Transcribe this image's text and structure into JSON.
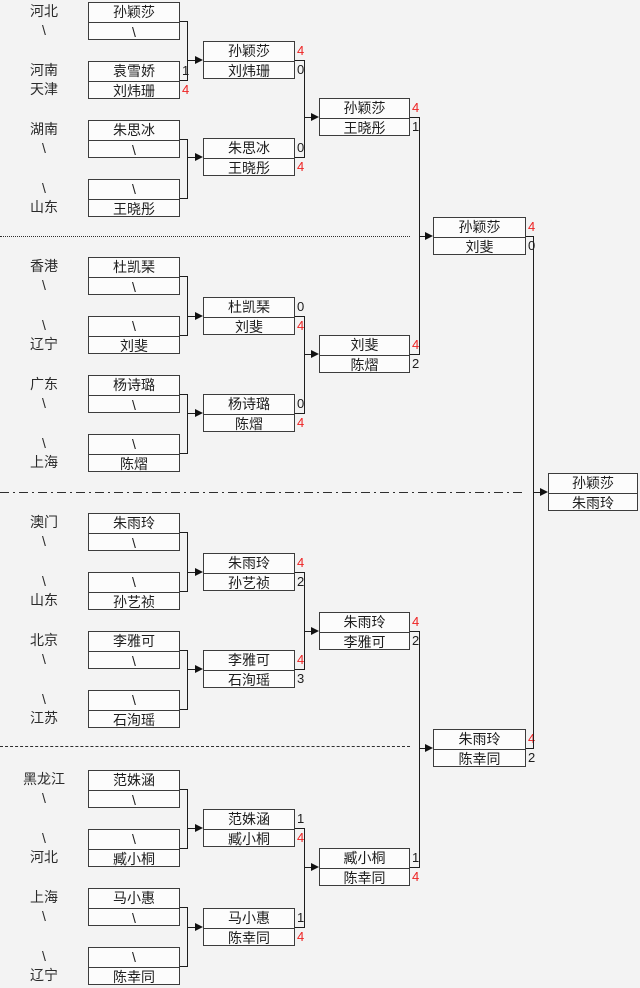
{
  "bracket_title": "table-tennis-singles-knockout-bracket",
  "colors": {
    "background": "#f3f3f3",
    "box_fill": "#fcfcfc",
    "box_border": "#3c3c3c",
    "text": "#1d1d1d",
    "score_winner": "#ee2222",
    "score_normal": "#1d1d1d",
    "connector": "#1e1e1e"
  },
  "region_labels": [
    "河北",
    "\\",
    "河南",
    "天津",
    "湖南",
    "\\",
    "\\",
    "山东",
    "香港",
    "\\",
    "\\",
    "辽宁",
    "广东",
    "\\",
    "\\",
    "上海",
    "澳门",
    "\\",
    "\\",
    "山东",
    "北京",
    "\\",
    "\\",
    "江苏",
    "黑龙江",
    "\\",
    "\\",
    "河北",
    "上海",
    "\\",
    "\\",
    "辽宁"
  ],
  "rounds": {
    "round1": [
      {
        "p1": "孙颖莎",
        "p2": "\\",
        "s1": "",
        "s2": "",
        "w": ""
      },
      {
        "p1": "袁雪娇",
        "p2": "刘炜珊",
        "s1": "1",
        "s2": "4",
        "w": "b"
      },
      {
        "p1": "朱思冰",
        "p2": "\\",
        "s1": "",
        "s2": "",
        "w": ""
      },
      {
        "p1": "\\",
        "p2": "王晓彤",
        "s1": "",
        "s2": "",
        "w": ""
      },
      {
        "p1": "杜凯琹",
        "p2": "\\",
        "s1": "",
        "s2": "",
        "w": ""
      },
      {
        "p1": "\\",
        "p2": "刘斐",
        "s1": "",
        "s2": "",
        "w": ""
      },
      {
        "p1": "杨诗璐",
        "p2": "\\",
        "s1": "",
        "s2": "",
        "w": ""
      },
      {
        "p1": "\\",
        "p2": "陈熠",
        "s1": "",
        "s2": "",
        "w": ""
      },
      {
        "p1": "朱雨玲",
        "p2": "\\",
        "s1": "",
        "s2": "",
        "w": ""
      },
      {
        "p1": "\\",
        "p2": "孙艺祯",
        "s1": "",
        "s2": "",
        "w": ""
      },
      {
        "p1": "李雅可",
        "p2": "\\",
        "s1": "",
        "s2": "",
        "w": ""
      },
      {
        "p1": "\\",
        "p2": "石洵瑶",
        "s1": "",
        "s2": "",
        "w": ""
      },
      {
        "p1": "范姝涵",
        "p2": "\\",
        "s1": "",
        "s2": "",
        "w": ""
      },
      {
        "p1": "\\",
        "p2": "臧小桐",
        "s1": "",
        "s2": "",
        "w": ""
      },
      {
        "p1": "马小惠",
        "p2": "\\",
        "s1": "",
        "s2": "",
        "w": ""
      },
      {
        "p1": "\\",
        "p2": "陈幸同",
        "s1": "",
        "s2": "",
        "w": ""
      }
    ],
    "round2": [
      {
        "p1": "孙颖莎",
        "p2": "刘炜珊",
        "s1": "4",
        "s2": "0",
        "w": "t"
      },
      {
        "p1": "朱思冰",
        "p2": "王晓彤",
        "s1": "0",
        "s2": "4",
        "w": "b"
      },
      {
        "p1": "杜凯琹",
        "p2": "刘斐",
        "s1": "0",
        "s2": "4",
        "w": "b"
      },
      {
        "p1": "杨诗璐",
        "p2": "陈熠",
        "s1": "0",
        "s2": "4",
        "w": "b"
      },
      {
        "p1": "朱雨玲",
        "p2": "孙艺祯",
        "s1": "4",
        "s2": "2",
        "w": "t"
      },
      {
        "p1": "李雅可",
        "p2": "石洵瑶",
        "s1": "4",
        "s2": "3",
        "w": "t"
      },
      {
        "p1": "范姝涵",
        "p2": "臧小桐",
        "s1": "1",
        "s2": "4",
        "w": "b"
      },
      {
        "p1": "马小惠",
        "p2": "陈幸同",
        "s1": "1",
        "s2": "4",
        "w": "b"
      }
    ],
    "round3": [
      {
        "p1": "孙颖莎",
        "p2": "王晓彤",
        "s1": "4",
        "s2": "1",
        "w": "t"
      },
      {
        "p1": "刘斐",
        "p2": "陈熠",
        "s1": "4",
        "s2": "2",
        "w": "t"
      },
      {
        "p1": "朱雨玲",
        "p2": "李雅可",
        "s1": "4",
        "s2": "2",
        "w": "t"
      },
      {
        "p1": "臧小桐",
        "p2": "陈幸同",
        "s1": "1",
        "s2": "4",
        "w": "b"
      }
    ],
    "semifinals": [
      {
        "p1": "孙颖莎",
        "p2": "刘斐",
        "s1": "4",
        "s2": "0",
        "w": "t"
      },
      {
        "p1": "朱雨玲",
        "p2": "陈幸同",
        "s1": "4",
        "s2": "2",
        "w": "t"
      }
    ],
    "final": [
      {
        "p1": "孙颖莎",
        "p2": "朱雨玲",
        "s1": "",
        "s2": "",
        "w": ""
      }
    ]
  }
}
